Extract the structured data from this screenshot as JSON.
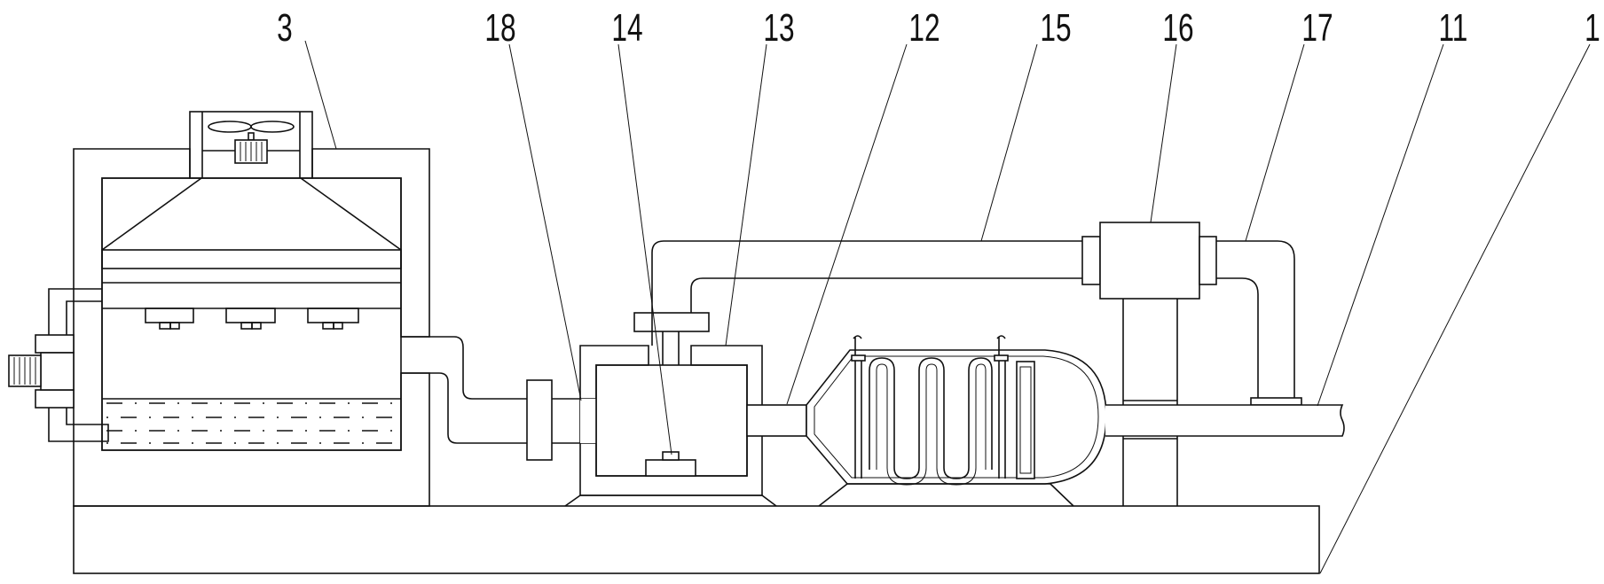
{
  "labels": {
    "l3": "3",
    "l18": "18",
    "l14": "14",
    "l13": "13",
    "l12": "12",
    "l15": "15",
    "l16": "16",
    "l17": "17",
    "l11": "11",
    "l1": "1"
  },
  "colors": {
    "line": "#111111",
    "background": "#ffffff"
  }
}
